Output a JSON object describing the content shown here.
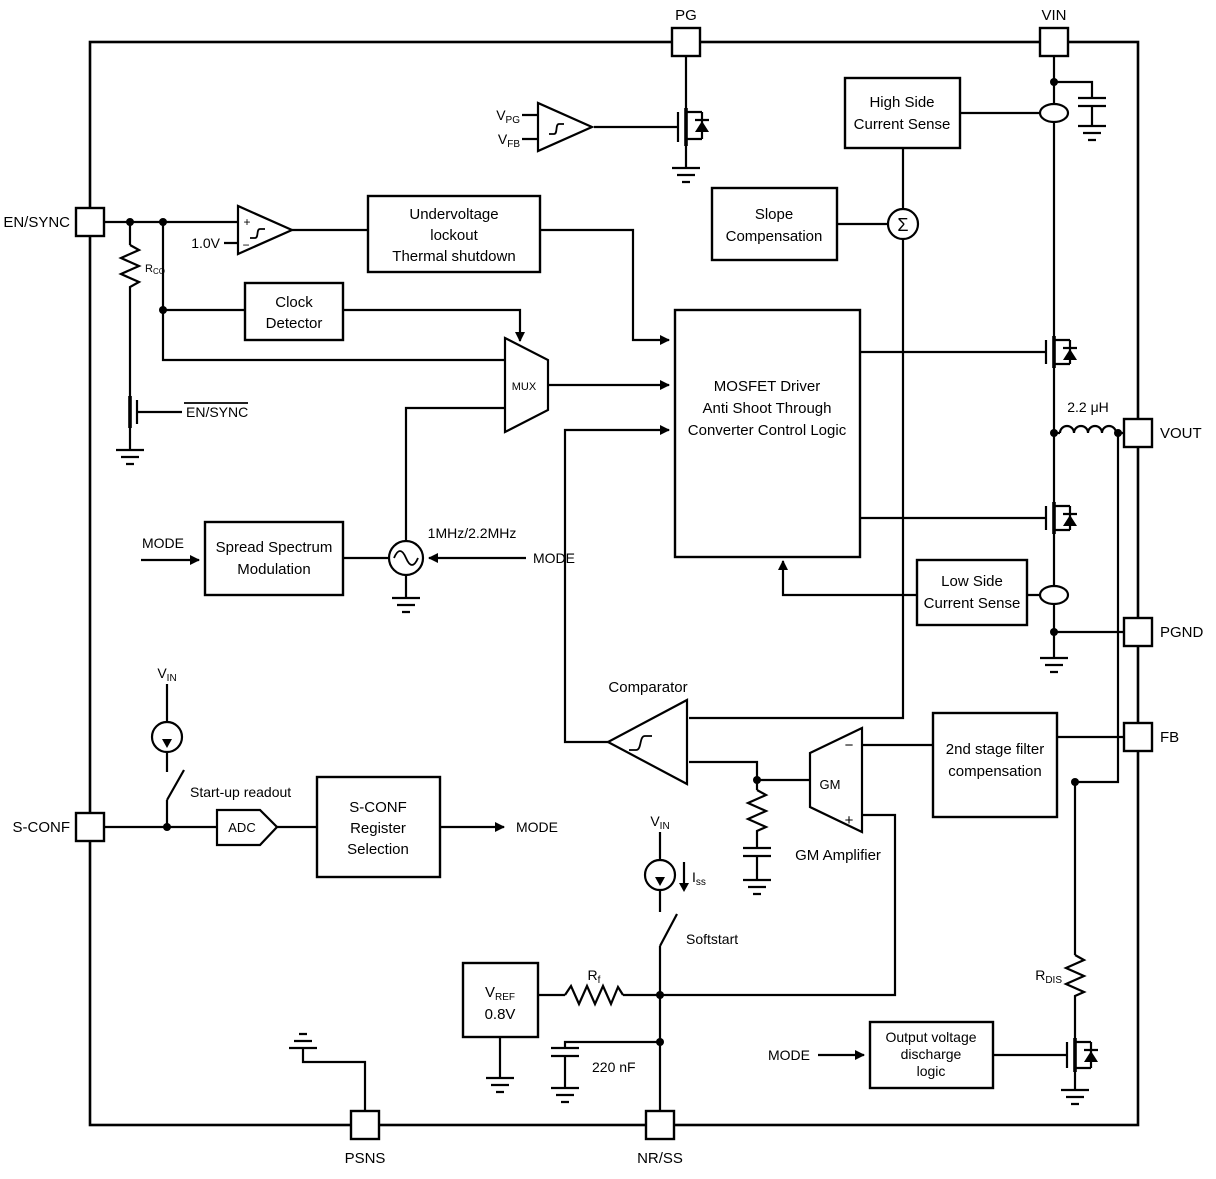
{
  "pins": {
    "pg": "PG",
    "vin": "VIN",
    "en_sync": "EN/SYNC",
    "s_conf": "S-CONF",
    "vout": "VOUT",
    "pgnd": "PGND",
    "fb": "FB",
    "psns": "PSNS",
    "nr_ss": "NR/SS"
  },
  "blocks": {
    "high_side_cs": {
      "l1": "High Side",
      "l2": "Current Sense"
    },
    "slope": {
      "l1": "Slope",
      "l2": "Compensation"
    },
    "uvlo": {
      "l1": "Undervoltage",
      "l2": "lockout",
      "l3": "Thermal shutdown"
    },
    "clock": {
      "l1": "Clock",
      "l2": "Detector"
    },
    "driver": {
      "l1": "MOSFET Driver",
      "l2": "Anti Shoot Through",
      "l3": "Converter Control Logic"
    },
    "spread": {
      "l1": "Spread Spectrum",
      "l2": "Modulation"
    },
    "low_cs": {
      "l1": "Low Side",
      "l2": "Current Sense"
    },
    "filter2": {
      "l1": "2nd stage filter",
      "l2": "compensation"
    },
    "sconf_reg": {
      "l1": "S-CONF",
      "l2": "Register",
      "l3": "Selection"
    },
    "vref": {
      "value": "0.8V"
    },
    "discharge": {
      "l1": "Output voltage",
      "l2": "discharge",
      "l3": "logic"
    }
  },
  "labels": {
    "mode": "MODE",
    "freq": "1MHz/2.2MHz",
    "comparator": "Comparator",
    "gm": "GM",
    "gm_amplifier": "GM Amplifier",
    "startup_readout": "Start-up readout",
    "softstart": "Softstart",
    "cap_220": "220 nF",
    "inductor": "2.2 μH",
    "ref_1v": "1.0V",
    "sigma": "Σ",
    "en_sync_gate": "EN/SYNC",
    "plus": "+",
    "minus": "−",
    "mux": "MUX",
    "adc": "ADC"
  },
  "prefix": {
    "v": "V",
    "r": "R",
    "i": "I"
  },
  "sub": {
    "pg": "PG",
    "fb": "FB",
    "in": "IN",
    "ref": "REF",
    "ss": "ss",
    "f": "f",
    "dis": "DIS",
    "co": "CO"
  }
}
